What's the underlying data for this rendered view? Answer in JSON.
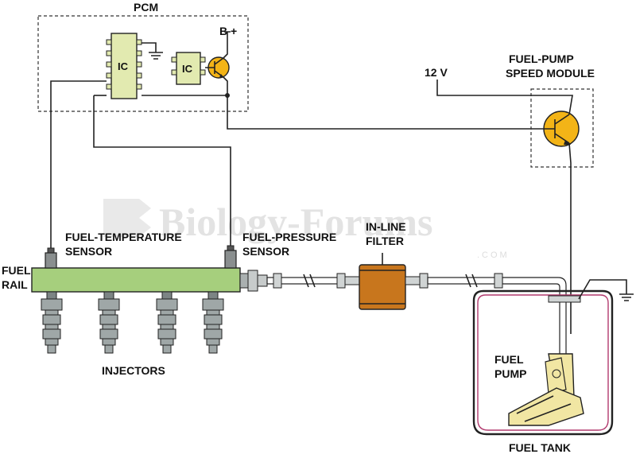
{
  "labels": {
    "pcm": "PCM",
    "ic1": "IC",
    "ic2": "IC",
    "bplus": "B +",
    "v12": "12 V",
    "fuel_pump_speed_line1": "FUEL-PUMP",
    "fuel_pump_speed_line2": "SPEED MODULE",
    "fuel_rail_line1": "FUEL",
    "fuel_rail_line2": "RAIL",
    "fuel_temp_line1": "FUEL-TEMPERATURE",
    "fuel_temp_line2": "SENSOR",
    "fuel_press_line1": "FUEL-PRESSURE",
    "fuel_press_line2": "SENSOR",
    "inline_filter_line1": "IN-LINE",
    "inline_filter_line2": "FILTER",
    "injectors": "INJECTORS",
    "fuel_pump_line1": "FUEL",
    "fuel_pump_line2": "PUMP",
    "fuel_tank": "FUEL TANK"
  },
  "watermark": {
    "brand": "Biology-Forums",
    "suffix": ".COM"
  },
  "colors": {
    "ic_fill": "#e2eab0",
    "transistor_fill": "#f3b417",
    "rail_fill": "#a6cf7d",
    "filter_fill": "#c8761d",
    "pump_fill": "#f1e6a3",
    "injector_fill": "#9fa7a7"
  }
}
